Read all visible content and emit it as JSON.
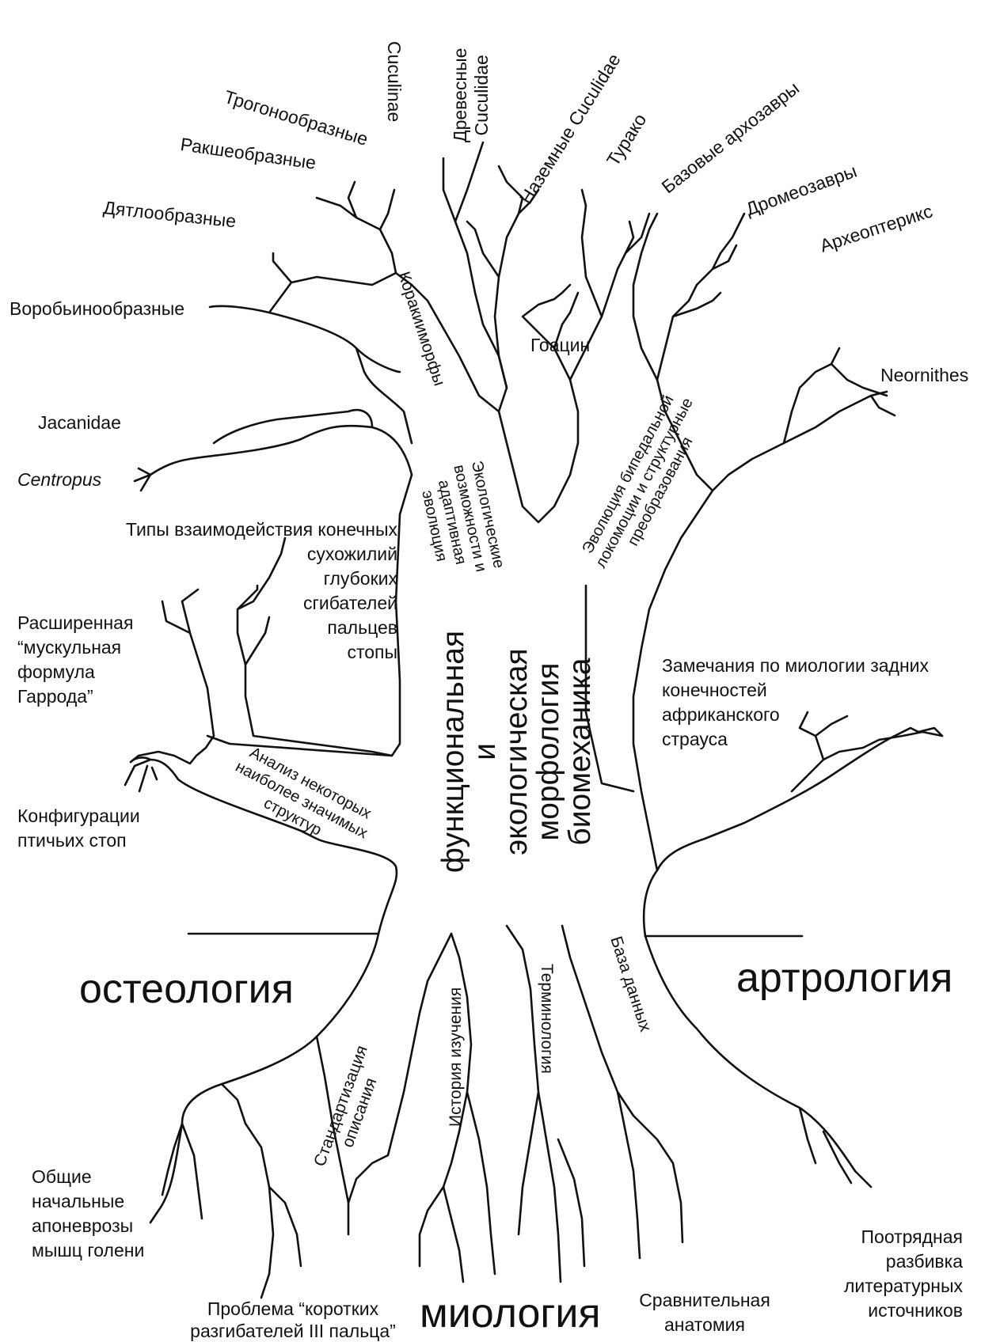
{
  "diagram": {
    "center_title": "функциональная\nи\nэкологическая\nморфология\nбиомеханика",
    "sections": {
      "left": "остеология",
      "right": "артрология",
      "bottom": "миология"
    },
    "branch_leaves": {
      "cuculinae": "Cuculinae",
      "tree_cuculidae": "Древесные\nCuculidae",
      "ground_cuculidae": "Наземные Cuculidae",
      "turaco": "Турако",
      "trogon": "Трогонообразные",
      "rakshe": "Ракшеобразные",
      "woodpecker": "Дятлообразные",
      "passerine": "Воробьинообразные",
      "hoatzin": "Гоацин",
      "base_archo": "Базовые архозавры",
      "dromeo": "Дромеозавры",
      "archaeo": "Археоптерикс",
      "neornithes": "Neornithes",
      "jacanidae": "Jacanidae",
      "centropus": "Centropus"
    },
    "stem_labels": {
      "coraciimorph": "Коракииморфы",
      "eco_evolution": "Экологические\nвозможности и\nадаптивная\nэволюция",
      "bipedal": "Эволюция бипедальной\nлокомоции и структурные\nпреобразования",
      "analysis": "Анализ некоторых\nнаиболее значимых\nструктур",
      "standardization": "Стандартизация\nописания",
      "history": "История изучения",
      "terminology": "Терминология",
      "database": "База данных"
    },
    "side_labels": {
      "tendon_types": "Типы взаимодействия конечных\nсухожилий\nглубоких\nсгибателей\nпальцев\nстопы",
      "garrod": "Расширенная\n“мускульная\nформула\nГаррода”",
      "foot_config": "Конфигурации\nптичьих стоп",
      "ostrich": "Замечания по миологии задних\nконечностей\nафриканского\nстрауса",
      "aponeuroses": "Общие\nначальные\nапоневрозы\nмышц голени",
      "short_extensors": "Проблема “коротких\nразгибателей III пальца”",
      "comparative": "Сравнительная\nанатомия",
      "literature": "Поотрядная\nразбивка\nлитературных\nисточников"
    }
  },
  "colors": {
    "ink": "#111111",
    "background": "#ffffff"
  }
}
